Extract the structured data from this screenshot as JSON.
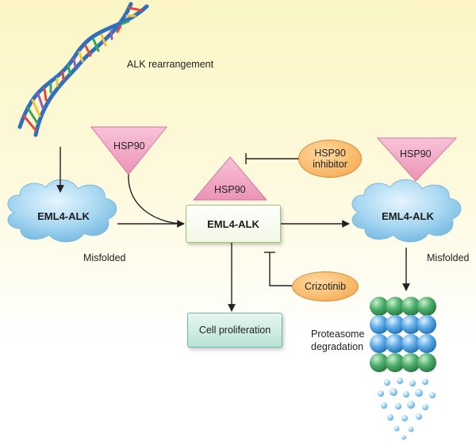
{
  "labels": {
    "alk_rearrangement": "ALK rearrangement",
    "eml4_alk_left": "EML4-ALK",
    "misfolded_left": "Misfolded",
    "hsp90_left": "HSP90",
    "hsp90_center": "HSP90",
    "hsp90_right": "HSP90",
    "hsp90_inhibitor_line1": "HSP90",
    "hsp90_inhibitor_line2": "inhibitor",
    "eml4_alk_center": "EML4-ALK",
    "eml4_alk_right": "EML4-ALK",
    "misfolded_right": "Misfolded",
    "crizotinib": "Crizotinib",
    "cell_proliferation": "Cell proliferation",
    "proteasome_line1": "Proteasome",
    "proteasome_line2": "degradation"
  },
  "colors": {
    "background_top": "#fbf6c4",
    "cloud": "#a9d8f2",
    "triangle": "#f1a6c4",
    "pill": "#f7b460",
    "green_box_border": "#9cc46a",
    "teal_box": "#b9e3d6",
    "proteasome_green": "#4cae6a",
    "proteasome_blue": "#5aa9e6"
  }
}
